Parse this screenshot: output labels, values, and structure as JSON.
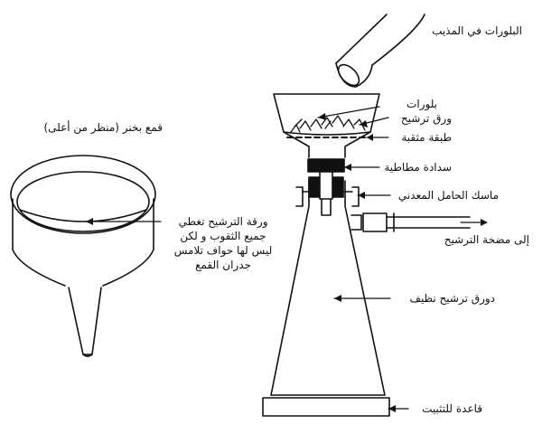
{
  "diagram": {
    "labels": {
      "crystals_in_solvent": "البلورات في المذيب",
      "buchner_funnel_top_view": "قمع بخنر (منظر من أعلى)",
      "crystals": "بلورات",
      "filter_paper": "ورق ترشيح",
      "perforated_plate": "طبقة مثقبة",
      "rubber_stopper": "سدادة مطاطية",
      "metal_clamp": "ماسك الحامل المعدني",
      "to_filter_pump": "إلى مضخة الترشيح",
      "clean_filter_flask": "دورق ترشيح نظيف",
      "stand_base": "قاعدة للتثبيت"
    },
    "filter_paper_note": [
      "ورقة الترشيح تغطي",
      "جميع الثقوب و لكن",
      "ليس لها حواف تلامس",
      "جدران القمع"
    ]
  }
}
